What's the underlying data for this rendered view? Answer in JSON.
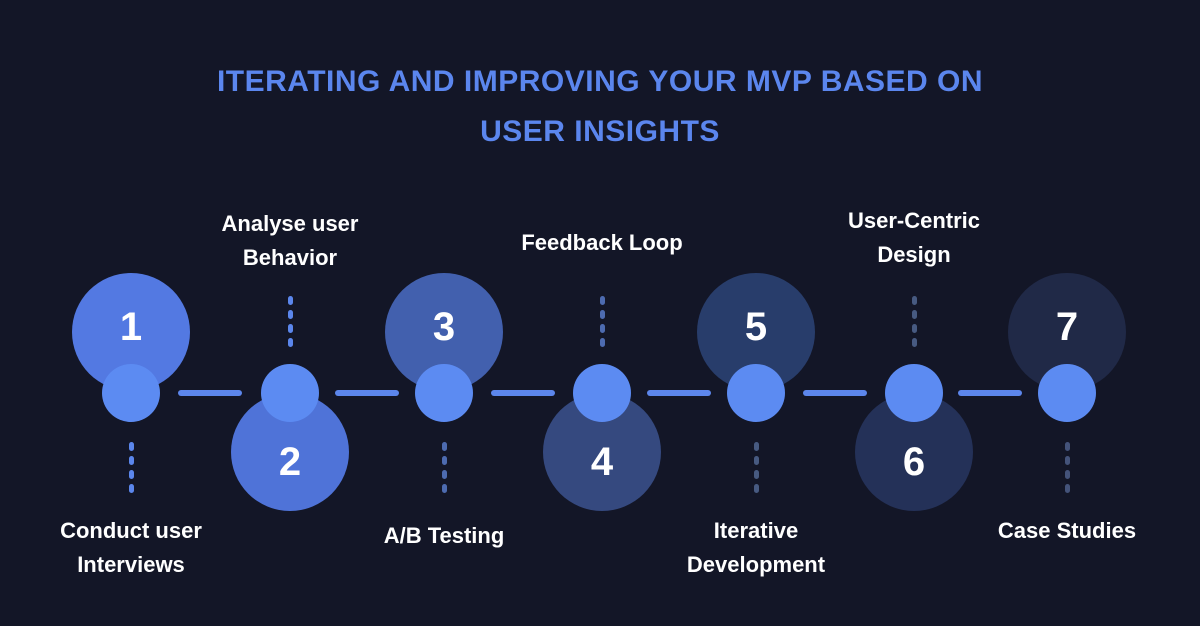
{
  "title": {
    "line1": "ITERATING AND IMPROVING YOUR MVP BASED ON",
    "line2": "USER INSIGHTS"
  },
  "colors": {
    "background": "#131627",
    "title": "#5b86ee",
    "connector": "#5c86ec",
    "node": "#5c8bf2",
    "label_text": "#ffffff",
    "number_text": "#ffffff"
  },
  "steps": [
    {
      "number": "1",
      "label_line1": "Conduct user",
      "label_line2": "Interviews",
      "position": "top",
      "circle_color": "#5379e2",
      "dash_color": "#5b86ec"
    },
    {
      "number": "2",
      "label_line1": "Analyse user",
      "label_line2": "Behavior",
      "position": "bottom",
      "circle_color": "#4f73d8",
      "dash_color": "#5b86ec"
    },
    {
      "number": "3",
      "label_line1": "A/B Testing",
      "label_line2": "",
      "position": "top",
      "circle_color": "#4260ae",
      "dash_color": "#4d6bb0"
    },
    {
      "number": "4",
      "label_line1": "Feedback Loop",
      "label_line2": "",
      "position": "bottom",
      "circle_color": "#35497f",
      "dash_color": "#4d6bb0"
    },
    {
      "number": "5",
      "label_line1": "Iterative",
      "label_line2": "Development",
      "position": "top",
      "circle_color": "#283d6b",
      "dash_color": "#475a81"
    },
    {
      "number": "6",
      "label_line1": "User-Centric",
      "label_line2": "Design",
      "position": "bottom",
      "circle_color": "#243158",
      "dash_color": "#475a81"
    },
    {
      "number": "7",
      "label_line1": "Case Studies",
      "label_line2": "",
      "position": "top",
      "circle_color": "#202947",
      "dash_color": "#44537a"
    }
  ]
}
